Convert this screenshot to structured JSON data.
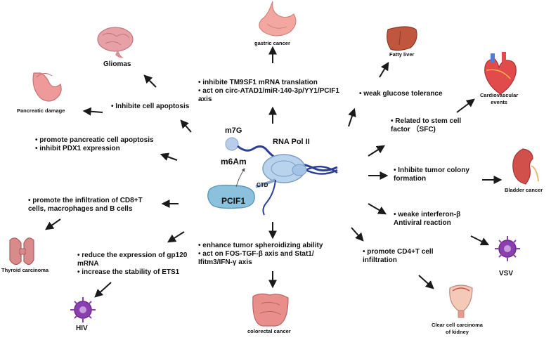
{
  "center": {
    "m7g": "m7G",
    "m6am": "m6Am",
    "rna_pol": "RNA Pol II",
    "ctd": "CTD",
    "pcif1": "PCIF1"
  },
  "organs": {
    "gastric": "gastric cancer",
    "gliomas": "Gliomas",
    "pancreatic": "Pancreatic damage",
    "fatty_liver": "Fatty liver",
    "cardio_1": "Cardiovascular",
    "cardio_2": "events",
    "bladder": "Bladder cancer",
    "thyroid": "Thyroid carcinoma",
    "hiv": "HIV",
    "colorectal": "colorectal cancer",
    "vsv": "VSV",
    "kidney_1": "Clear cell carcinoma",
    "kidney_2": "of kidney"
  },
  "effects": {
    "gastric_1": "• inhibite TM9SF1 mRNA translation",
    "gastric_2": "• act on circ-ATAD1/miR-140-3p/YY1/PCIF1",
    "gastric_3": "axis",
    "gliomas": "• Inhibite cell apoptosis",
    "pancreatic_1": "• promote pancreatic cell apoptosis",
    "pancreatic_2": "• inhibit PDX1 expression",
    "fatty_liver": "• weak glucose tolerance",
    "cardio_1": "• Related to stem cell",
    "cardio_2": "factor （SFC)",
    "bladder_1": "• Inhibite tumor colony",
    "bladder_2": "formation",
    "thyroid_1": "• promote the infiltration of CD8+T",
    "thyroid_2": "cells, macrophages and B cells",
    "vsv_1": "• weake interferon-β",
    "vsv_2": "Antiviral reaction",
    "hiv_1": "• reduce the expression of gp120",
    "hiv_2": "mRNA",
    "hiv_3": "• increase the stability of ETS1",
    "colorectal_1": "• enhance tumor spheroidizing ability",
    "colorectal_2": "• act on FOS-TGF-β axis and Stat1/",
    "colorectal_3": "Ifitm3/IFN-γ axis",
    "kidney_1": "• promote CD4+T cell",
    "kidney_2": "infiltration"
  },
  "colors": {
    "stomach": "#f2a8a0",
    "brain": "#e6a0a6",
    "liver": "#c0563e",
    "heart": "#e24b4b",
    "kidney": "#d2504b",
    "thyroid": "#d98a8a",
    "virus": "#8a3fae",
    "intestine": "#e88f8c",
    "polymerase": "#b9d3ec",
    "pcif1": "#8cc1dd",
    "rna": "#2d3f94",
    "arrow": "#1a1a1a"
  }
}
